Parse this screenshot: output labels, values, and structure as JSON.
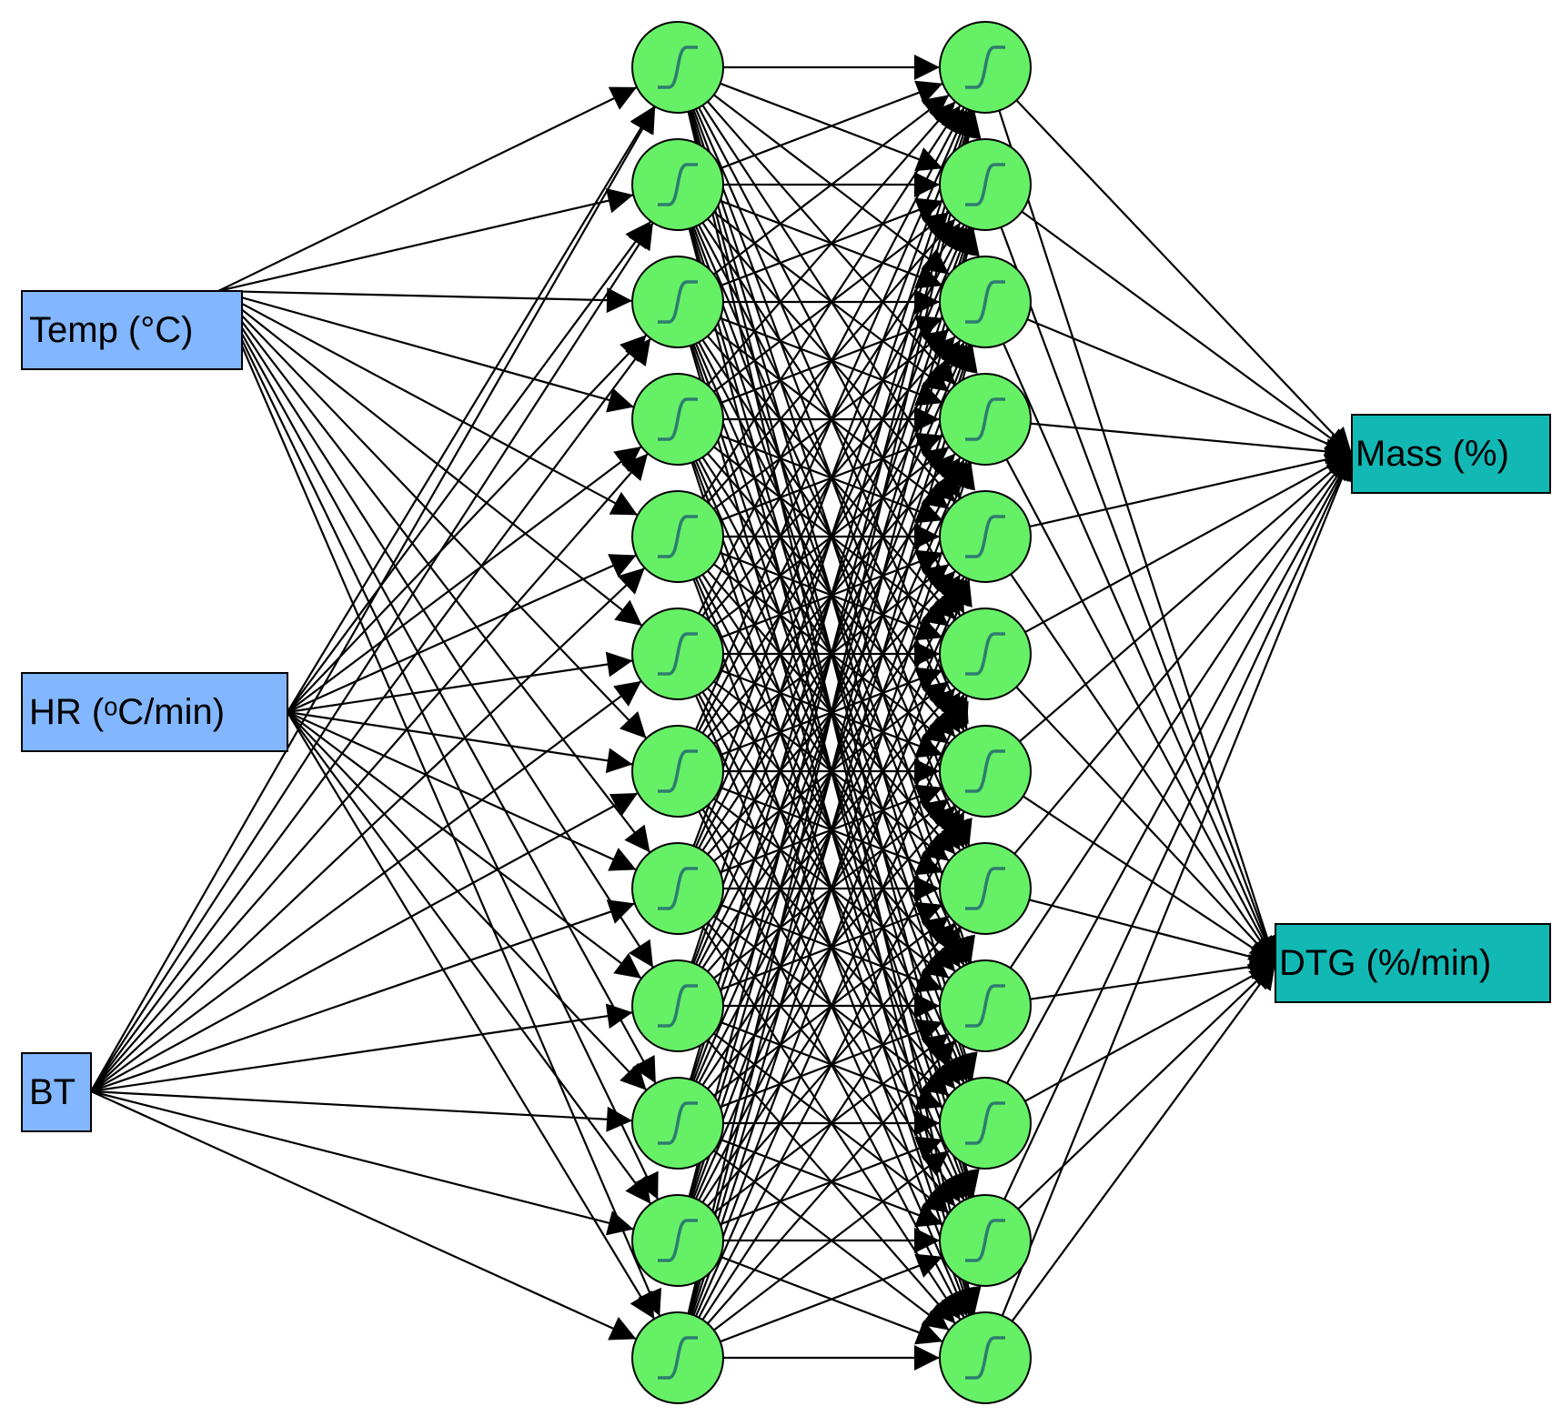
{
  "network": {
    "inputs": [
      {
        "label": "Temp (°C)"
      },
      {
        "label": "HR (ᵒC/min)"
      },
      {
        "label": "BT"
      }
    ],
    "hidden_layer_1_neurons": 12,
    "hidden_layer_2_neurons": 12,
    "outputs": [
      {
        "label": "Mass (%)"
      },
      {
        "label": "DTG (%/min)"
      }
    ],
    "activation_icon": "sigmoid-icon",
    "connectivity": "fully-connected"
  },
  "colors": {
    "input_fill": "#82b6ff",
    "neuron_fill": "#66f066",
    "sigmoid_stroke": "#2e7d6e",
    "output_fill": "#12b8b4",
    "edge": "#000000"
  }
}
